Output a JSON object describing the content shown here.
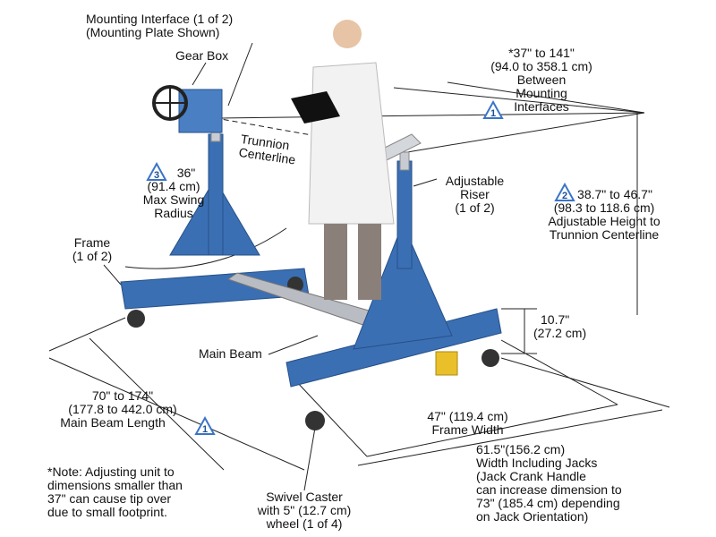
{
  "colors": {
    "frame_blue": "#3b6fb3",
    "frame_dark": "#25508a",
    "beam_gray": "#b9bcc2",
    "jack_yellow": "#e9c02a",
    "badge_blue": "#3a74c8",
    "line": "#222222"
  },
  "labels": {
    "mounting_interface": [
      "Mounting Interface (1 of 2)",
      "(Mounting Plate Shown)"
    ],
    "gear_box": [
      "Gear Box"
    ],
    "between_interfaces": [
      "*37\" to 141\"",
      "(94.0 to 358.1 cm)",
      "Between",
      "Mounting",
      "Interfaces"
    ],
    "trunnion": [
      "Trunnion",
      "Centerline"
    ],
    "swing_radius": [
      "36\"",
      "(91.4 cm)",
      "Max Swing",
      "Radius"
    ],
    "adjustable_riser": [
      "Adjustable",
      "Riser",
      "(1 of 2)"
    ],
    "adjustable_height": [
      "38.7\" to 46.7\"",
      "(98.3 to 118.6 cm)",
      "Adjustable Height to",
      "Trunnion Centerline"
    ],
    "frame": [
      "Frame",
      "(1 of 2)"
    ],
    "jack_height": [
      "10.7\"",
      "(27.2 cm)"
    ],
    "main_beam": [
      "Main Beam"
    ],
    "beam_length": [
      "70\" to 174\"",
      "(177.8 to 442.0 cm)",
      "Main Beam Length"
    ],
    "frame_width": [
      "47\" (119.4 cm)",
      "Frame Width"
    ],
    "width_jacks": [
      "61.5\"(156.2 cm)",
      "Width Including Jacks",
      "(Jack Crank Handle",
      "can increase dimension to",
      "73\" (185.4 cm) depending",
      "on Jack Orientation)"
    ],
    "note": [
      "*Note: Adjusting unit to",
      "dimensions smaller than",
      "37\" can cause tip over",
      "due to small footprint."
    ],
    "caster": [
      "Swivel Caster",
      "with 5\" (12.7 cm)",
      "wheel (1 of 4)"
    ]
  },
  "badges": {
    "between_interfaces": "1",
    "adjustable_height": "2",
    "swing_radius": "3",
    "beam_length": "1"
  }
}
